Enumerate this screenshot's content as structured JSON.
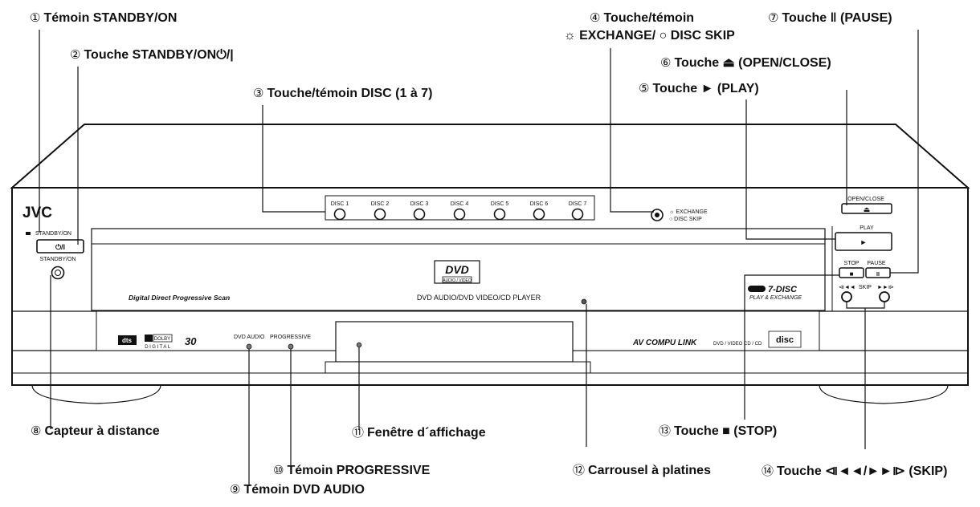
{
  "callouts": [
    {
      "num": "①",
      "text": "Témoin STANDBY/ON"
    },
    {
      "num": "②",
      "text": "Touche STANDBY/ON⏻/|"
    },
    {
      "num": "③",
      "text": "Touche/témoin DISC (1 à 7)"
    },
    {
      "num": "④",
      "text": "Touche/témoin"
    },
    {
      "num": "",
      "text": "☼ EXCHANGE/ ○ DISC SKIP"
    },
    {
      "num": "⑤",
      "text": "Touche ► (PLAY)"
    },
    {
      "num": "⑥",
      "text": "Touche ⏏ (OPEN/CLOSE)"
    },
    {
      "num": "⑦",
      "text": "Touche ‖ (PAUSE)"
    },
    {
      "num": "⑧",
      "text": "Capteur à distance"
    },
    {
      "num": "⑨",
      "text": "Témoin DVD AUDIO"
    },
    {
      "num": "⑩",
      "text": "Témoin PROGRESSIVE"
    },
    {
      "num": "⑪",
      "text": "Fenêtre d´affichage"
    },
    {
      "num": "⑫",
      "text": "Carrousel à platines"
    },
    {
      "num": "⑬",
      "text": "Touche ■ (STOP)"
    },
    {
      "num": "⑭",
      "text": "Touche ⧏◄◄/►►⧐ (SKIP)"
    }
  ],
  "panel": {
    "brand": "JVC",
    "standby_label": "STANDBY/ON",
    "power_button": "⏻/I",
    "standby_label2": "STANDBY/ON",
    "discs": [
      "DISC 1",
      "DISC 2",
      "DISC 3",
      "DISC 4",
      "DISC 5",
      "DISC 6",
      "DISC 7"
    ],
    "exchange": "☼ EXCHANGE",
    "disc_skip": "○ DISC SKIP",
    "open_close": "OPEN/CLOSE",
    "eject_symbol": "⏏",
    "play": "PLAY",
    "play_symbol": "►",
    "stop": "STOP",
    "stop_symbol": "■",
    "pause": "PAUSE",
    "pause_symbol": "II",
    "skip": "SKIP",
    "skip_prev": "⧏◄◄",
    "skip_next": "►►⧐",
    "dvd_logo": "DVD",
    "dvd_sub": "AUDIO / VIDEO",
    "product": "DVD AUDIO/DVD VIDEO/CD PLAYER",
    "progressive_scan": "Digital Direct Progressive Scan",
    "seven_disc": "7-DISC",
    "play_exchange": "PLAY & EXCHANGE",
    "dvd_audio": "DVD AUDIO",
    "progressive": "PROGRESSIVE",
    "compulink": "AV COMPU LINK",
    "formats": "DVD / VIDEO CD / CD",
    "disc_logo": "disc",
    "dolby": "DOLBY",
    "digital": "DIGITAL",
    "dts": "dts",
    "thirty": "30"
  }
}
